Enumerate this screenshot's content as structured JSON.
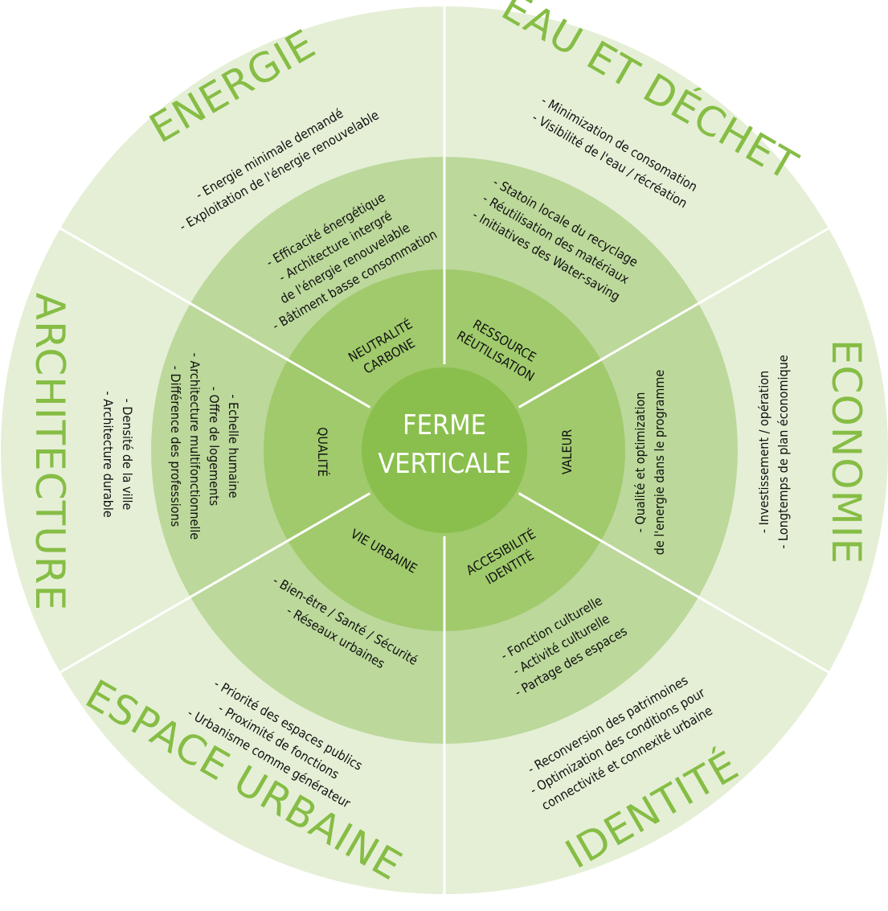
{
  "center": {
    "line1": "FERME",
    "line2": "VERTICALE"
  },
  "colors": {
    "outer": "#e5efd6",
    "middle": "#bcd89b",
    "inner": "#a0ca6c",
    "core": "#8abf4e",
    "title": "#86bd45"
  },
  "outer": [
    {
      "title": "ENERGIE",
      "items": [
        "- Energie minimale demandé",
        "- Exploitation de l'énergie renouvelable"
      ]
    },
    {
      "title": "EAU ET DÉCHET",
      "items": [
        "- Minimization de consomation",
        "- Visibilité de l'eau / récréation"
      ]
    },
    {
      "title": "ECONOMIE",
      "items": [
        "- Investissement / opération",
        "- Longtemps de plan économique"
      ]
    },
    {
      "title": "IDENTITÉ",
      "items": [
        "- Reconversion des patrimoines",
        "- Optimization des conditions pour",
        "connectivité et connexité urbaine"
      ]
    },
    {
      "title": "ESPACE URBAINE",
      "items": [
        "- Priorité des espaces publics",
        "- Proximité de fonctions",
        "- Urbanisme comme générateur"
      ]
    },
    {
      "title": "ARCHITECTURE",
      "items": [
        "- Densité de la ville",
        "- Architecture durable"
      ]
    }
  ],
  "middle": [
    {
      "items": [
        "- Efficacité énergétique",
        "- Architecture intergré",
        "de l'énergie renouvelable",
        "- Bâtiment basse consommation"
      ]
    },
    {
      "items": [
        "- Statoin locale du recyclage",
        "- Réutilisation des matériaux",
        "- Initiatives des Water-saving"
      ]
    },
    {
      "items": [
        "- Qualité et optimization",
        "de l'energie dans le programme"
      ]
    },
    {
      "items": [
        "- Fonction culturelle",
        "- Activité culturelle",
        "- Partage des espaces"
      ]
    },
    {
      "items": [
        "- Bien-être / Santé / Sécurité",
        "- Réseaux urbaines"
      ]
    },
    {
      "items": [
        "- Echelle humaine",
        "- Offre de logements",
        "- Architecture multifonctionnelle",
        "- Différence des professions"
      ]
    }
  ],
  "inner": [
    {
      "lines": [
        "NEUTRALITÉ",
        "CARBONE"
      ]
    },
    {
      "lines": [
        "RESSOURCE",
        "RÉUTILISATION"
      ]
    },
    {
      "lines": [
        "VALEUR"
      ]
    },
    {
      "lines": [
        "ACCESIBILITÉ",
        "IDENTITÉ"
      ]
    },
    {
      "lines": [
        "VIE URBAINE"
      ]
    },
    {
      "lines": [
        "QUALITÉ"
      ]
    }
  ]
}
